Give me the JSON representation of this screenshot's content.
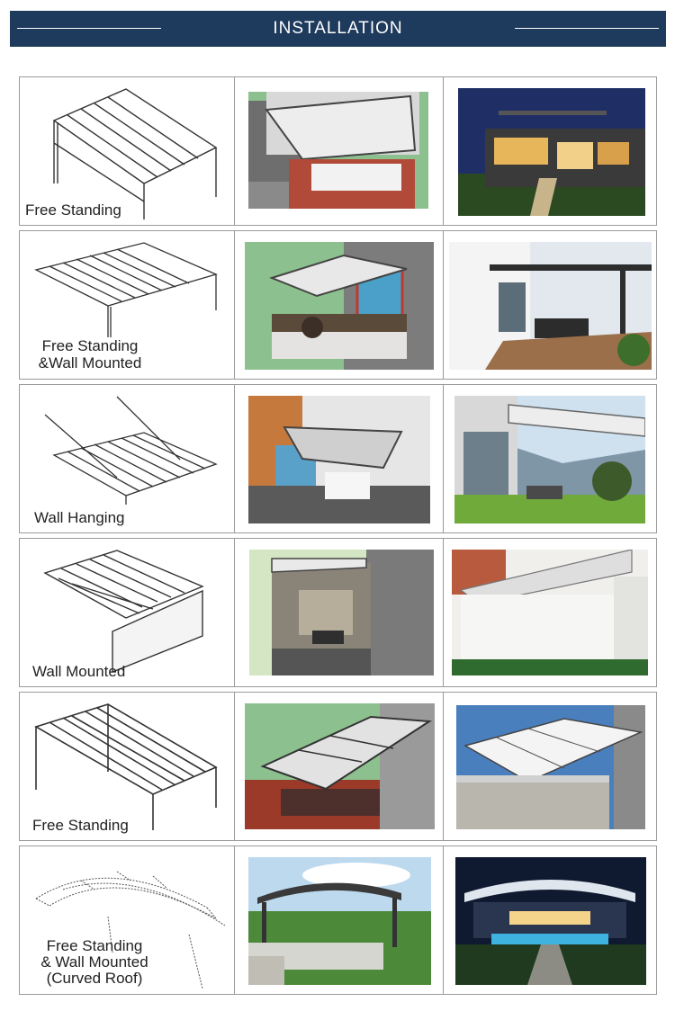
{
  "header": {
    "title": "INSTALLATION"
  },
  "rows": [
    {
      "label_lines": [
        "Free Standing"
      ],
      "label_align": "left"
    },
    {
      "label_lines": [
        "Free Standing",
        "&Wall Mounted"
      ],
      "label_align": "center"
    },
    {
      "label_lines": [
        "Wall Hanging"
      ],
      "label_align": "left"
    },
    {
      "label_lines": [
        "Wall Mounted"
      ],
      "label_align": "left"
    },
    {
      "label_lines": [
        "Free Standing"
      ],
      "label_align": "left"
    },
    {
      "label_lines": [
        "Free Standing",
        "& Wall Mounted",
        "(Curved Roof)"
      ],
      "label_align": "center"
    }
  ],
  "colors": {
    "banner": "#1e3a5c",
    "border": "#9a9a9a"
  }
}
